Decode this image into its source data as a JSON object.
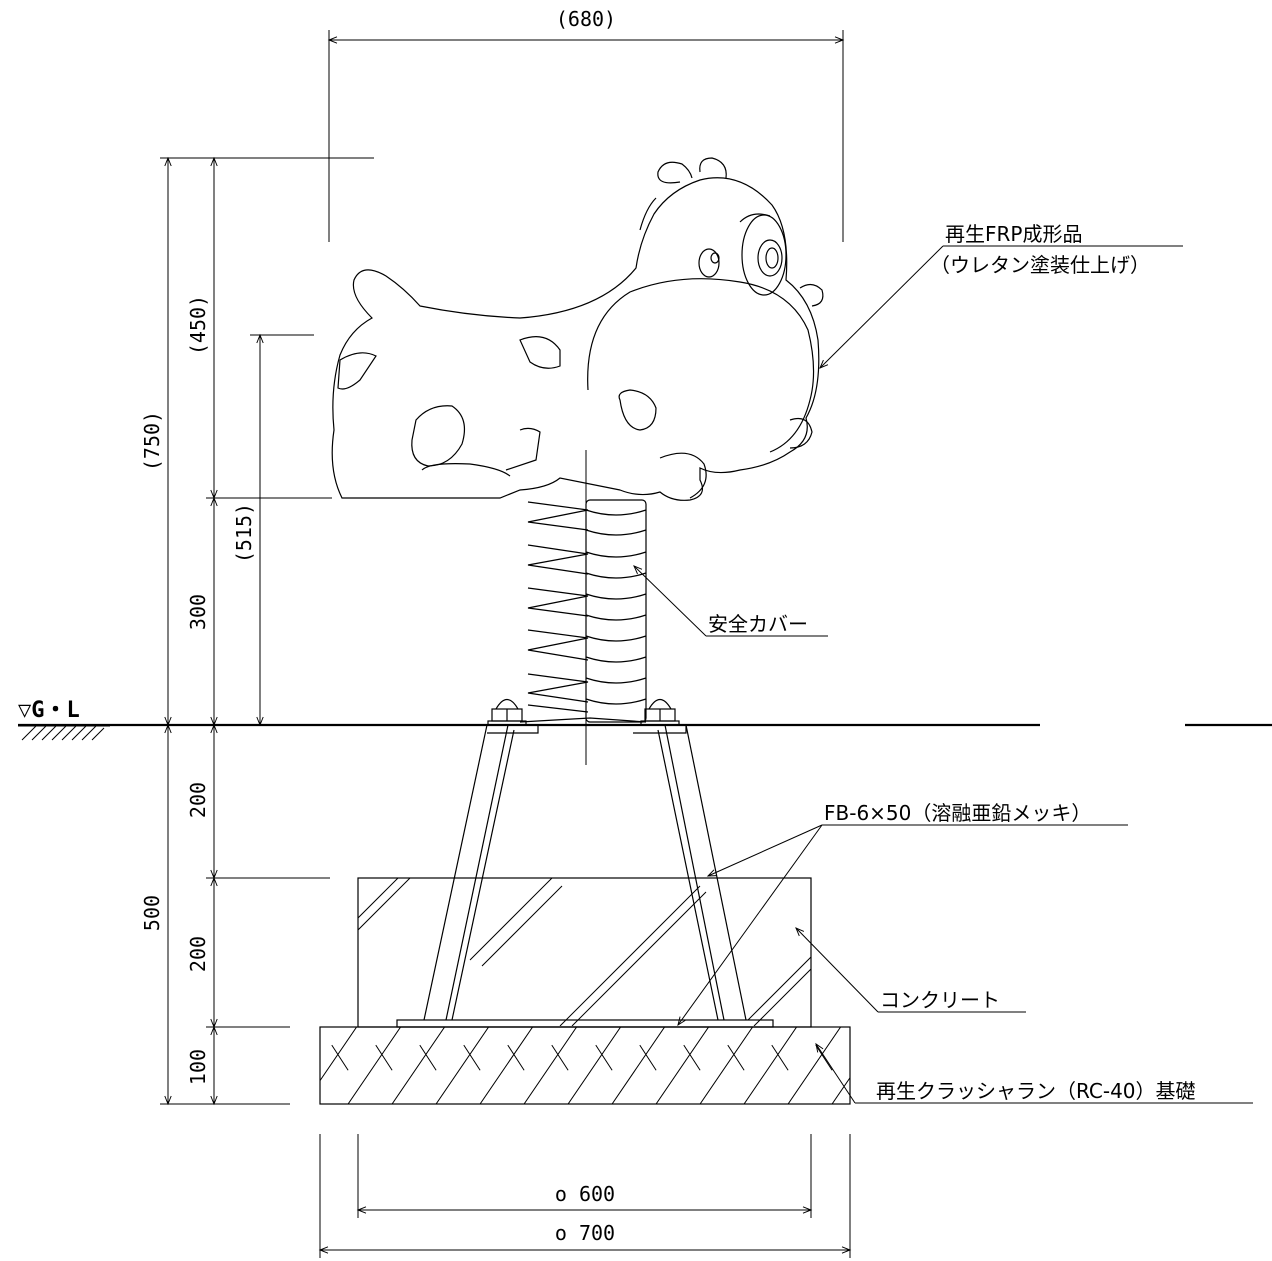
{
  "dimensions": {
    "width_top": "(680)",
    "height_total": "(750)",
    "height_body": "(450)",
    "height_seat": "(515)",
    "height_spring": "300",
    "depth_frame": "200",
    "depth_total": "500",
    "depth_concrete": "200",
    "depth_base": "100",
    "width_concrete": "o 600",
    "width_base": "o 700"
  },
  "labels": {
    "body_material_1": "再生FRP成形品",
    "body_material_2": "（ウレタン塗装仕上げ）",
    "cover": "安全カバー",
    "frame": "FB-6×50（溶融亜鉛メッキ）",
    "concrete": "コンクリート",
    "base": "再生クラッシャラン（RC-40）基礎",
    "ground": "▽G・L"
  }
}
